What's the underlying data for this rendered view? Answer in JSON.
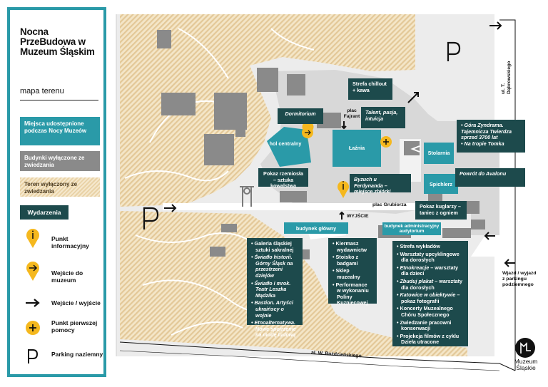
{
  "legend": {
    "title": "Nocna PrzeBudowa w Muzeum Śląskim",
    "subtitle": "mapa terenu",
    "open_buildings": "Miejsca udostępnione podczas Nocy Muzeów",
    "closed_buildings": "Budynki wyłączone ze zwiedzania",
    "closed_area": "Teren wyłączony ze zwiedzania",
    "events": "Wydarzenia",
    "info_point": "Punkt informacyjny",
    "museum_entrance": "Wejście do muzeum",
    "entry_exit": "Wejście / wyjście",
    "first_aid": "Punkt pierwszej pomocy",
    "parking": "Parking naziemny"
  },
  "colors": {
    "teal": "#2a9aa8",
    "dark_teal": "#1d4a4c",
    "gray_building": "#8a8a8a",
    "hatch": "#e9d2a6",
    "yellow": "#f5b81e"
  },
  "icons": {
    "info": "info-pin-icon",
    "entrance": "entrance-pin-icon",
    "arrow": "arrow-right-icon",
    "aid": "first-aid-icon",
    "parking": "parking-p-icon"
  },
  "buildings": {
    "hol_centralny": "hol centralny",
    "laznia": "Łaźnia",
    "stolarnia": "Stolarnia",
    "spichlerz": "Spichlerz",
    "budynek_glowny": "budynek główny",
    "budynek_admin": "budynek administracyjny audytorium"
  },
  "labels": {
    "dormitorium": "Dormitorium",
    "chillout": "Strefa chillout + kawa",
    "plac_fajrant": "plac Fajrant",
    "talent": "Talent, pasja, intuicja",
    "gora": "• Góra Zyndrama. Tajemnicza Twierdza sprzed 3700 lat",
    "tomek": "• Na tropie Tomka",
    "avalon": "Powrót do Avalonu",
    "rzemioslo": "Pokaz rzemiosła – sztuka kowalstwa",
    "byzuch": "Byzuch u Ferdynanda – miejsce zbiórki",
    "plac_grubiorza": "plac Grubiorza",
    "kuglarz": "Pokaz kuglarzy – taniec z ogniem",
    "wyjscie": "WYJŚCIE",
    "dabrowskiego": "ul. T. Dąbrowskiego",
    "rozdzienskiego": "al. W. Roździeńskiego",
    "wjazd": "Wjazd / wyjazd z parkingu podziemnego"
  },
  "events_col1": [
    {
      "text": "Galeria śląskiej sztuki sakralnej",
      "italic": false
    },
    {
      "text": "Światło historii. Górny Śląsk na przestrzeni dziejów",
      "italic": true
    },
    {
      "text": "Światło i mrok. Teatr Leszka Mądzika",
      "italic": true
    },
    {
      "text": "Bastion. Artyści ukraińscy o wojnie",
      "italic": true
    },
    {
      "text": "Etnoalternatywa. Nowe spojrzenie na modę ludową",
      "italic": true
    }
  ],
  "events_col2": [
    {
      "text": "Kiermasz wydawnictw",
      "italic": false
    },
    {
      "text": "Stoisko z badgami",
      "italic": false
    },
    {
      "text": "Sklep muzealny",
      "italic": false
    },
    {
      "text": "Performance w wykonaniu Poliny Kuzniecowej",
      "italic": false
    }
  ],
  "events_col3": [
    {
      "text": "Strefa wykładów",
      "italic": false
    },
    {
      "text": "Warsztaty upcyklingowe dla dorosłych",
      "italic": false
    },
    {
      "text": "Etnokreacje – warsztaty dla dzieci",
      "italic": false,
      "lead_italic": "Etnokreacje"
    },
    {
      "text": "Zbuduj plakat – warsztaty dla dorosłych",
      "italic": false,
      "lead_italic": "Zbuduj plakat"
    },
    {
      "text": "Katowice w obiektywie – pokaz fotografii",
      "italic": false,
      "lead_italic": "Katowice w obiektywie"
    },
    {
      "text": "Koncerty Muzealnego Chóru Społecznego",
      "italic": false
    },
    {
      "text": "Zwiedzanie pracowni konserwacji",
      "italic": false
    },
    {
      "text": "Projekcja filmów z cyklu Dzieła utracone",
      "italic": false
    }
  ],
  "logo": "Muzeum Śląskie"
}
